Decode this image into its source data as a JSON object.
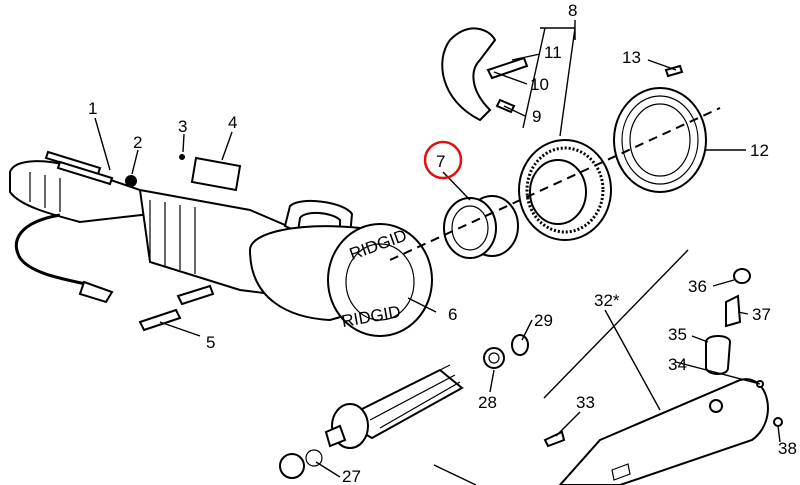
{
  "diagram": {
    "callouts": [
      "1",
      "2",
      "3",
      "4",
      "5",
      "6",
      "7",
      "8",
      "9",
      "10",
      "11",
      "12",
      "13",
      "27",
      "28",
      "29",
      "32*",
      "33",
      "34",
      "35",
      "36",
      "37",
      "38"
    ],
    "highlighted_callout": "7",
    "highlight_color": "#e01010",
    "ink_color": "#000000"
  }
}
